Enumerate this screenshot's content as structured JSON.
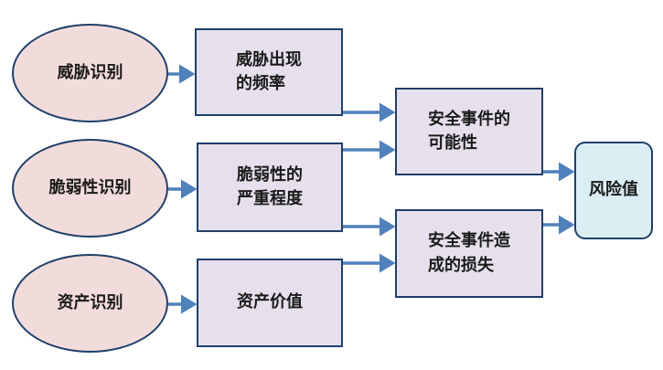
{
  "colors": {
    "ellipse_fill": "#f2dcdb",
    "rect_fill": "#e6e0ec",
    "result_fill": "#dbeef4",
    "border": "#1f3f6b",
    "arrow": "#4f81bd"
  },
  "identify": {
    "threat": "威胁识别",
    "vulnerability": "脆弱性识别",
    "asset": "资产识别"
  },
  "factors": {
    "threat_frequency": "威胁出现\n的频率",
    "vulnerability_severity": "脆弱性的\n严重程度",
    "asset_value": "资产价值"
  },
  "outcomes": {
    "likelihood": "安全事件的\n可能性",
    "loss": "安全事件造\n成的损失"
  },
  "result": {
    "risk_value": "风险值"
  }
}
